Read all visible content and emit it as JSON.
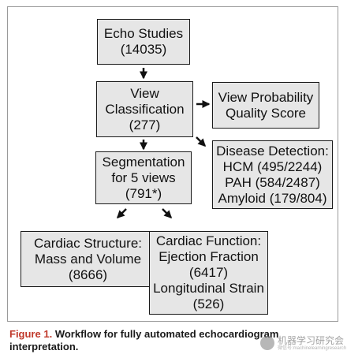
{
  "boxes": {
    "echo": [
      "Echo Studies",
      "(14035)"
    ],
    "view": [
      "View",
      "Classification",
      "(277)"
    ],
    "prob": [
      "View Probability",
      "Quality Score"
    ],
    "seg": [
      "Segmentation",
      "for 5 views",
      "(791*)"
    ],
    "dis": [
      "Disease Detection:",
      "HCM (495/2244)",
      "PAH (584/2487)",
      "Amyloid (179/804)"
    ],
    "struct": [
      "Cardiac Structure:",
      "Mass and Volume",
      "(8666)"
    ],
    "func": [
      "Cardiac Function:",
      "Ejection Fraction",
      "(6417)",
      "Longitudinal Strain",
      "(526)"
    ]
  },
  "caption": {
    "figure_label": "Figure 1.",
    "line1": "Workflow for fully automated echocardiogram",
    "line2": "interpretation."
  },
  "watermark": {
    "main": "机器学习研究会",
    "sub": "微信号:machinelearningresearch"
  },
  "colors": {
    "box_fill": "#e6e6e6",
    "box_border": "#1a1a1a",
    "figure_label": "#c0392b",
    "frame_border": "#9a9a9a"
  }
}
